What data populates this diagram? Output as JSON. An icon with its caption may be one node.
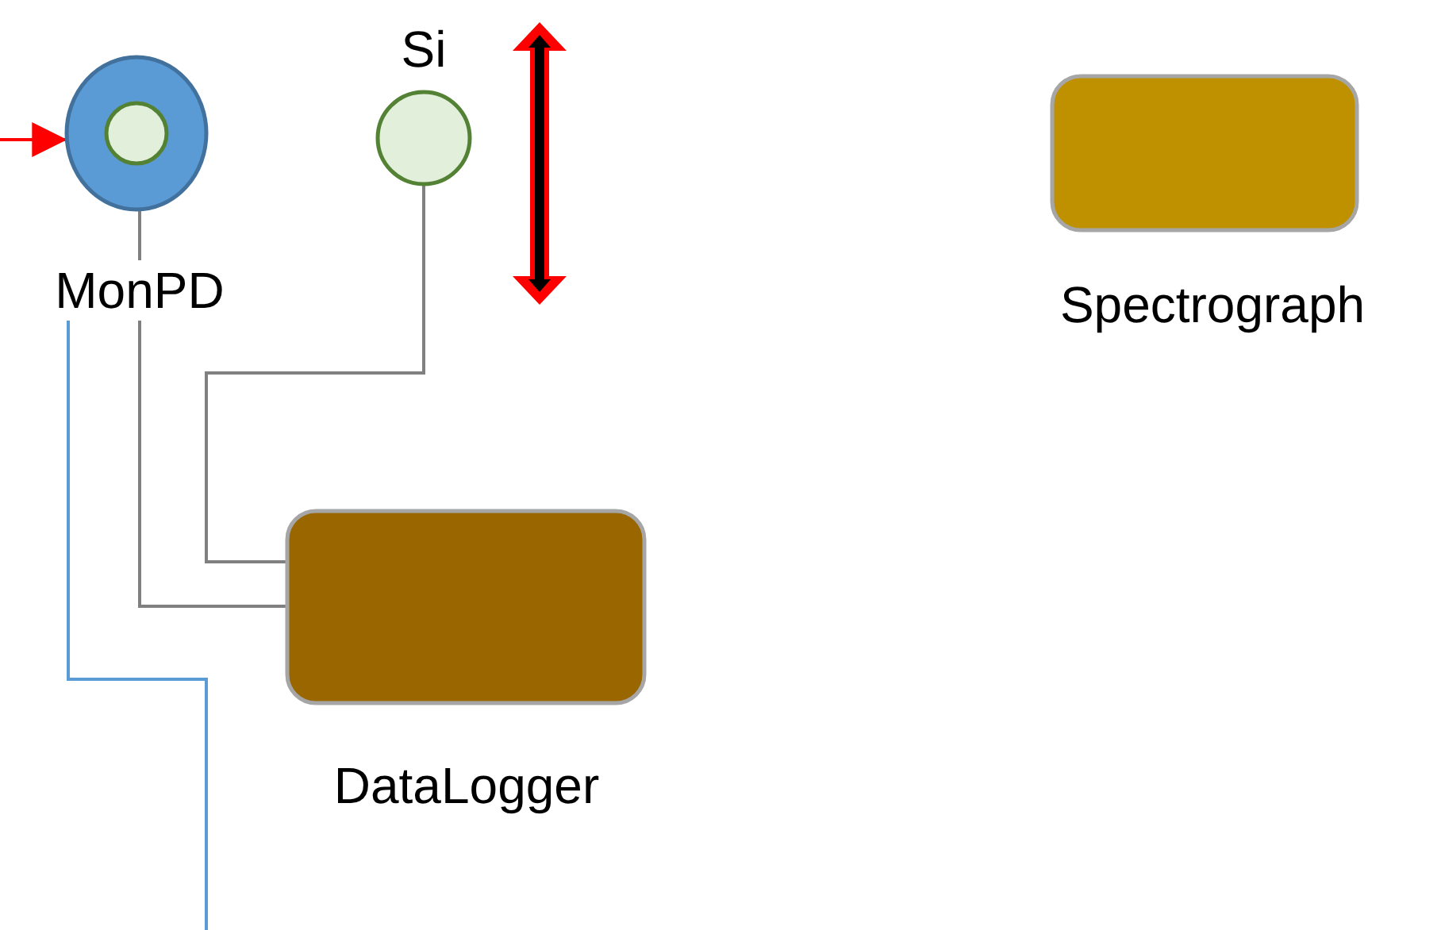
{
  "diagram": {
    "nodes": [
      {
        "text": [
          "MonPD"
        ]
      },
      {
        "text": [],
        "shape": "circle",
        "in": 0
      },
      {
        "text": [
          "Si"
        ]
      },
      {
        "text": [
          "Spectrograph"
        ]
      },
      {
        "text": [
          "DataLogger"
        ]
      }
    ],
    "edges": [
      {
        "from": null,
        "to": 0,
        "arrow": "to",
        "color": "#ff0000"
      },
      {
        "from": 1,
        "to": 4,
        "arrow": "none"
      },
      {
        "from": 2,
        "to": 4,
        "arrow": "none"
      },
      {
        "from": 0,
        "to": null,
        "arrow": "none",
        "color": "#5b9bd5"
      }
    ]
  }
}
